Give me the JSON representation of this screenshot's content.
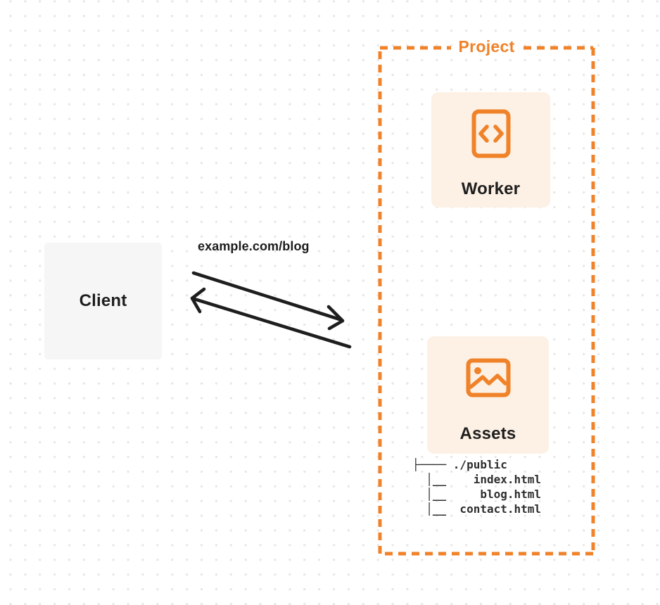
{
  "client": {
    "label": "Client"
  },
  "request": {
    "label": "example.com/blog"
  },
  "project": {
    "label": "Project",
    "worker": {
      "label": "Worker",
      "icon": "code-document-icon"
    },
    "assets": {
      "label": "Assets",
      "icon": "image-icon",
      "file_tree": [
        "├──── ./public",
        "  │__    index.html",
        "  │__     blog.html",
        "  │__  contact.html"
      ]
    }
  },
  "colors": {
    "accent_orange": "#f08229",
    "card_background": "#fdf1e5",
    "client_background": "#f6f6f6",
    "arrow": "#1e1e1e",
    "dot_grid": "#e7e7e7"
  }
}
